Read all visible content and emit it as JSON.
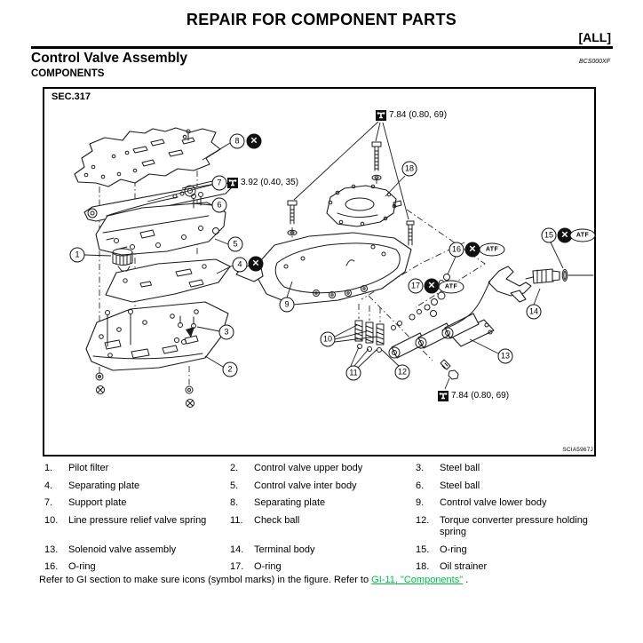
{
  "header": {
    "title": "REPAIR FOR COMPONENT PARTS",
    "scope": "[ALL]"
  },
  "section": {
    "title": "Control Valve Assembly",
    "doc_code": "BCS000XF",
    "subtitle": "COMPONENTS"
  },
  "figure": {
    "sec_label": "SEC.317",
    "image_code": "SCIA5967J",
    "x_symbol": "✕",
    "atf_label": "ATF",
    "torque_labels": [
      {
        "value": "7.84 (0.80, 69)"
      },
      {
        "value": "3.92 (0.40, 35)"
      },
      {
        "value": "7.84 (0.80, 69)"
      }
    ],
    "callouts": [
      {
        "num": "1"
      },
      {
        "num": "2"
      },
      {
        "num": "3"
      },
      {
        "num": "4"
      },
      {
        "num": "5"
      },
      {
        "num": "6"
      },
      {
        "num": "7"
      },
      {
        "num": "8"
      },
      {
        "num": "9"
      },
      {
        "num": "10"
      },
      {
        "num": "11"
      },
      {
        "num": "12"
      },
      {
        "num": "13"
      },
      {
        "num": "14"
      },
      {
        "num": "15"
      },
      {
        "num": "16"
      },
      {
        "num": "17"
      },
      {
        "num": "18"
      }
    ]
  },
  "parts_list": {
    "items": [
      {
        "num": "1.",
        "name": "Pilot filter"
      },
      {
        "num": "2.",
        "name": "Control valve upper body"
      },
      {
        "num": "3.",
        "name": "Steel ball"
      },
      {
        "num": "4.",
        "name": "Separating plate"
      },
      {
        "num": "5.",
        "name": "Control valve inter body"
      },
      {
        "num": "6.",
        "name": "Steel ball"
      },
      {
        "num": "7.",
        "name": "Support plate"
      },
      {
        "num": "8.",
        "name": "Separating plate"
      },
      {
        "num": "9.",
        "name": "Control valve lower body"
      },
      {
        "num": "10.",
        "name": "Line pressure relief valve spring"
      },
      {
        "num": "11.",
        "name": "Check ball"
      },
      {
        "num": "12.",
        "name": "Torque converter pressure holding spring"
      },
      {
        "num": "13.",
        "name": "Solenoid valve assembly"
      },
      {
        "num": "14.",
        "name": "Terminal body"
      },
      {
        "num": "15.",
        "name": "O-ring"
      },
      {
        "num": "16.",
        "name": "O-ring"
      },
      {
        "num": "17.",
        "name": "O-ring"
      },
      {
        "num": "18.",
        "name": "Oil strainer"
      }
    ]
  },
  "footer": {
    "note_prefix": "Refer to GI section to make sure icons (symbol marks) in the figure. Refer to ",
    "link_text": "GI-11, \"Components\"",
    "note_suffix": " .",
    "link_color": "#00c04a"
  }
}
